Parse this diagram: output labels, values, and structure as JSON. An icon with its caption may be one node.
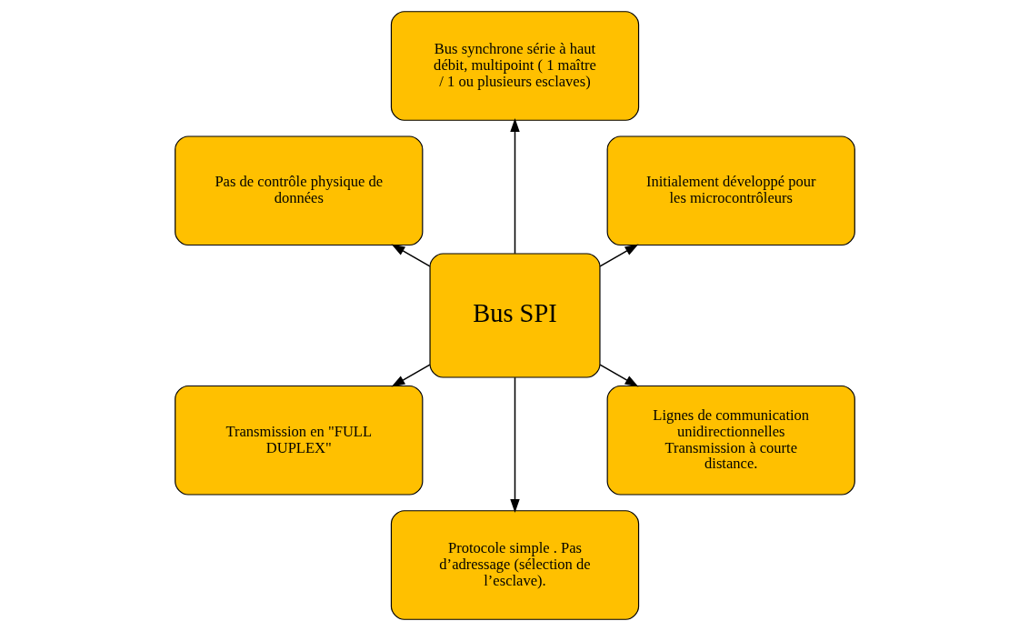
{
  "diagram": {
    "nodes": [
      {
        "text": [
          "Initialement développé pour les microcontrôleurs"
        ]
      },
      {
        "text": [
          "Bus synchrone série à haut débit, multipoint ( 1 maître / 1 ou plusieurs esclaves)"
        ]
      },
      {
        "text": [
          "Pas de contrôle physique de données"
        ]
      },
      {
        "text": [
          "Bus SPI"
        ]
      },
      {
        "text": [
          "Transmission en \"FULL DUPLEX\""
        ]
      },
      {
        "text": [
          "Protocole simple . Pas d’adressage (sélection de l’esclave)."
        ]
      },
      {
        "text": [
          "Lignes de communication unidirectionnelles Transmission à courte distance."
        ]
      }
    ],
    "edges": [
      {
        "from": 3,
        "to": 0,
        "arrow": "to"
      },
      {
        "from": 3,
        "to": 1,
        "arrow": "to"
      },
      {
        "from": 3,
        "to": 2,
        "arrow": "to"
      },
      {
        "from": 3,
        "to": 4,
        "arrow": "to"
      },
      {
        "from": 3,
        "to": 5,
        "arrow": "to"
      },
      {
        "from": 3,
        "to": 6,
        "arrow": "to"
      }
    ]
  }
}
